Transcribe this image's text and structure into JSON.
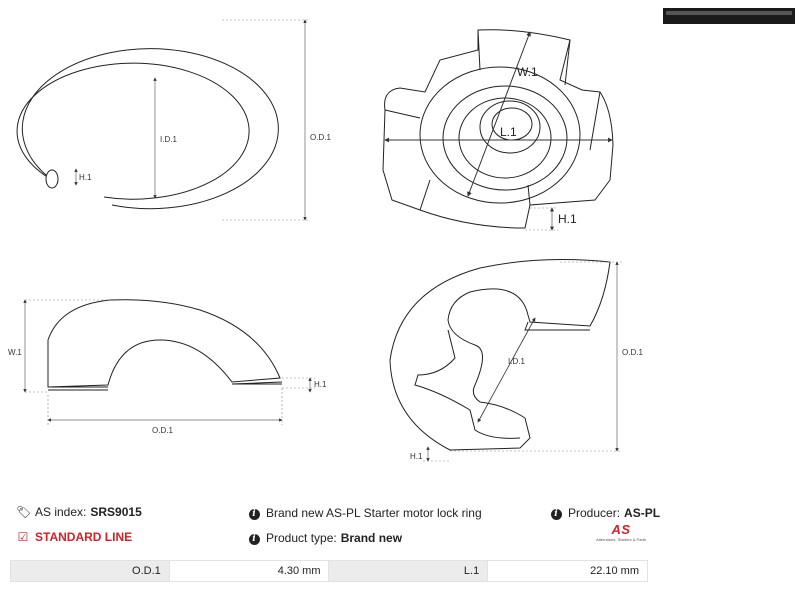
{
  "drawings": {
    "ring": {
      "id_label": "I.D.1",
      "od_label": "O.D.1",
      "h_label": "H.1"
    },
    "star": {
      "w_label": "W.1",
      "l_label": "L.1",
      "h_label": "H.1"
    },
    "arc": {
      "w_label": "W.1",
      "h_label": "H.1",
      "od_label": "O.D.1"
    },
    "eclip": {
      "id_label": "I.D.1",
      "od_label": "O.D.1",
      "h_label": "H.1"
    }
  },
  "info": {
    "as_index_label": "AS index:",
    "as_index_value": "SRS9015",
    "description": "Brand new AS-PL Starter motor lock ring",
    "producer_label": "Producer:",
    "producer_value": "AS-PL",
    "standard_line": "STANDARD LINE",
    "product_type_label": "Product type:",
    "product_type_value": "Brand new"
  },
  "logo": {
    "mark": "AS",
    "tagline": "Alternators, Starters & Parts"
  },
  "params": [
    {
      "key": "O.D.1",
      "value": "4.30 mm"
    },
    {
      "key": "L.1",
      "value": "22.10 mm"
    }
  ],
  "colors": {
    "accent": "#d0202a",
    "label_bg": "#ececec"
  }
}
